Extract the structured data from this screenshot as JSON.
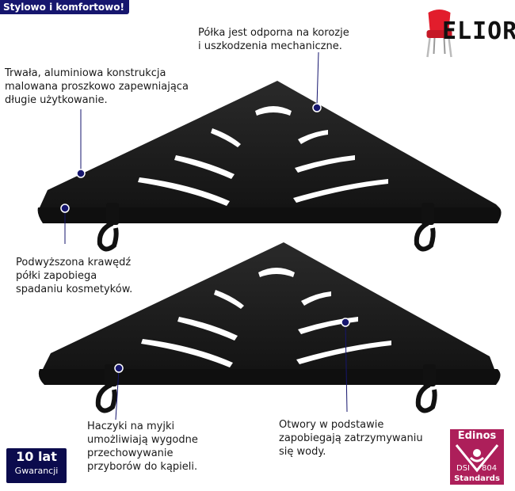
{
  "header": {
    "tagline": "Stylowo i komfortowo!"
  },
  "brand": {
    "name": "ELIOR",
    "logo_icon": "chair-icon"
  },
  "features": {
    "corrosion": "Półka jest odporna na korozje\ni uszkodzenia mechaniczne.",
    "aluminium": "Trwała, aluminiowa konstrukcja\nmalowana proszkowo zapewniająca\ndługie użytkowanie.",
    "edge": "Podwyższona krawędź\npółki zapobiega\nspadaniu kosmetyków.",
    "hooks": "Haczyki na myjki\numożliwiają wygodne\nprzechowywanie\nprzyborów do kąpieli.",
    "holes": "Otwory w podstawie\nzapobiegają zatrzymywaniu\nsię wody."
  },
  "badges": {
    "warranty_main": "10 lat",
    "warranty_sub": "Gwarancji",
    "cert_brand": "Edinos",
    "cert_dsi": "DSI",
    "cert_num": "804",
    "cert_sub": "Standards"
  },
  "colors": {
    "shelf": "#1b1b1b",
    "accent": "#16166e",
    "cert": "#ad1f5a"
  }
}
